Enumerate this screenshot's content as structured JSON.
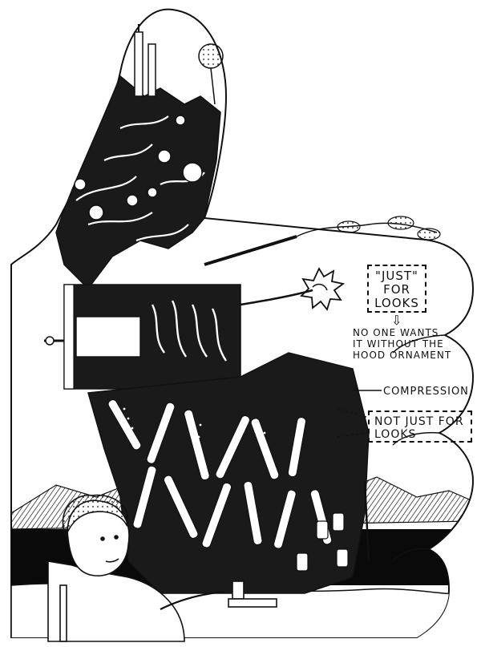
{
  "illustration": {
    "labels": {
      "just_for_looks_line1": "\"JUST\"",
      "just_for_looks_line2": "FOR",
      "just_for_looks_line3": "LOOKS",
      "arrow_glyph": "⇩",
      "note_line1": "NO ONE WANTS",
      "note_line2": "IT WITHOUT THE",
      "note_line3": "HOOD ORNAMENT",
      "compression": "COMPRESSION",
      "not_just_line1": "NOT JUST FOR",
      "not_just_line2": "LOOKS"
    },
    "colors": {
      "ink": "#111111",
      "paper": "#ffffff",
      "shade": "#000000"
    }
  }
}
